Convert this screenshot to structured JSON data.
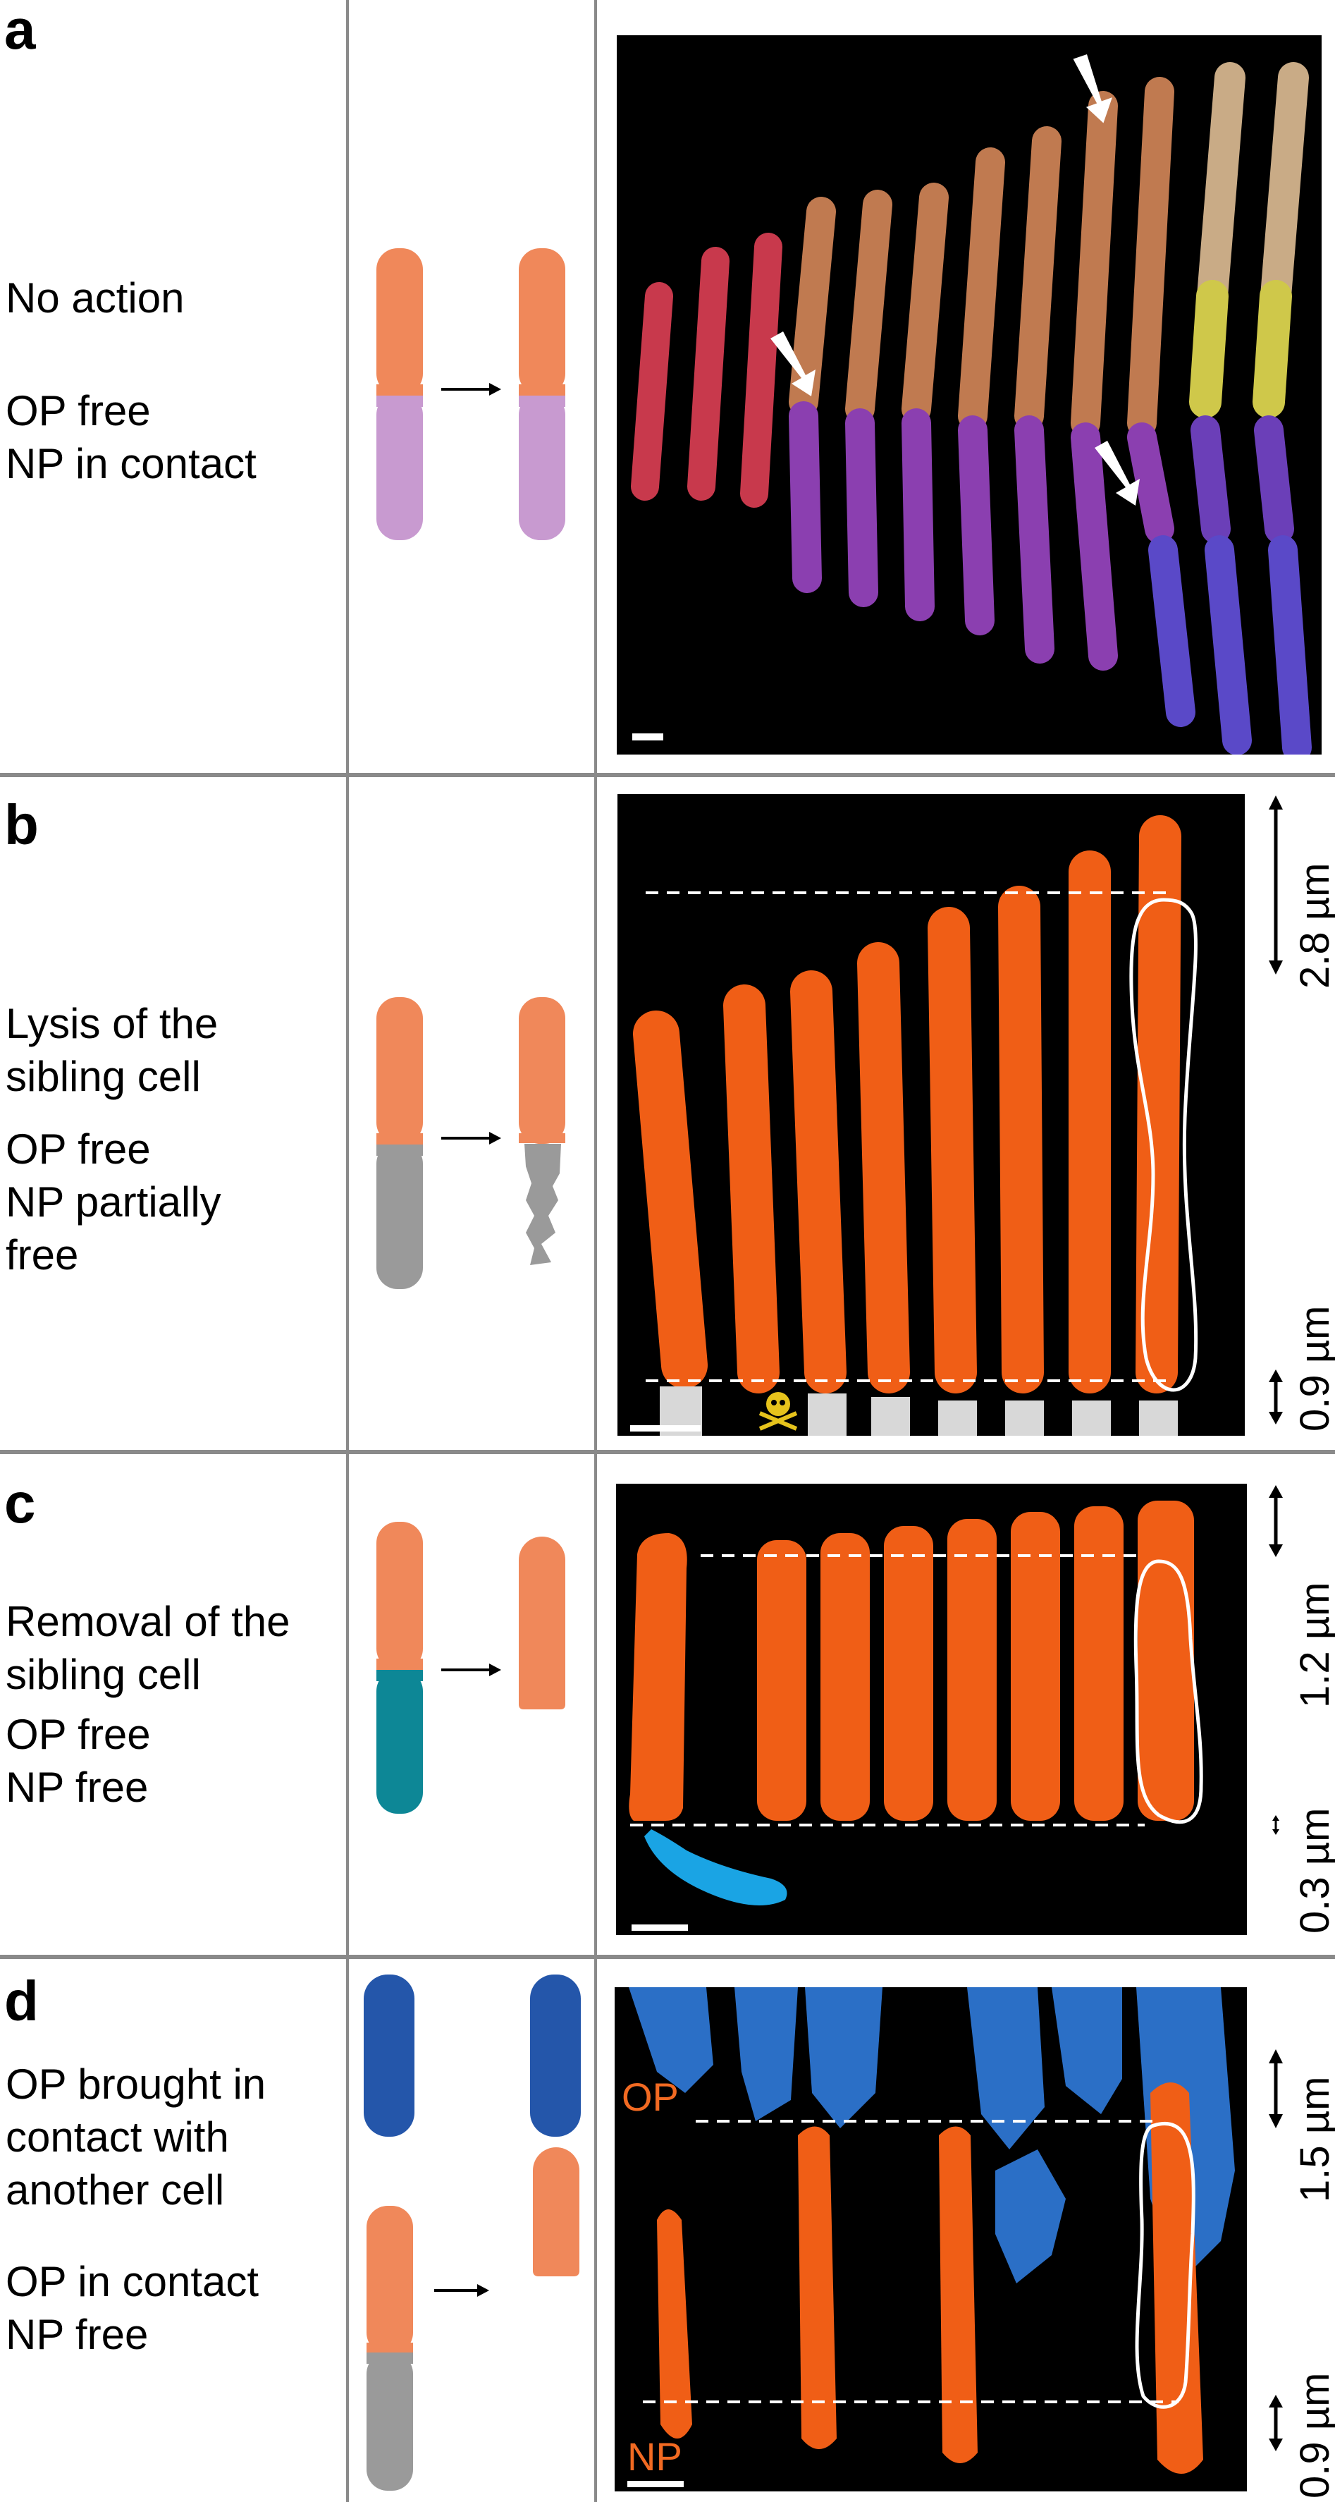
{
  "panels": [
    {
      "letter": "a",
      "title": "No action",
      "subtitle": "OP free\nNP in contact"
    },
    {
      "letter": "b",
      "title": "Lysis of the\nsibling cell",
      "subtitle": "OP free\nNP partially\nfree",
      "meas_top": "2.8 µm",
      "meas_bottom": "0.9 µm"
    },
    {
      "letter": "c",
      "title": "Removal of the\nsibling cell",
      "subtitle": "OP free\nNP free",
      "meas_top": "1.2 µm",
      "meas_bottom": "0.3 µm"
    },
    {
      "letter": "d",
      "title": "OP brought in\ncontact with\nanother cell",
      "subtitle": "OP in contact\nNP free",
      "meas_top": "1.5 µm",
      "meas_bottom": "0.9 µm",
      "label_op": "OP",
      "label_np": "NP"
    }
  ],
  "colors": {
    "op": "#f0885a",
    "np_contact": "#c89ad0",
    "lysed": "#9a9a9a",
    "removed": "#0d8796",
    "other_cell": "#2456aa",
    "divider": "#8a8a8a",
    "label_orange": "#f26a22"
  },
  "icons": [
    "arrow-right-icon",
    "skull-crossbones-icon",
    "white-arrow-icon"
  ]
}
